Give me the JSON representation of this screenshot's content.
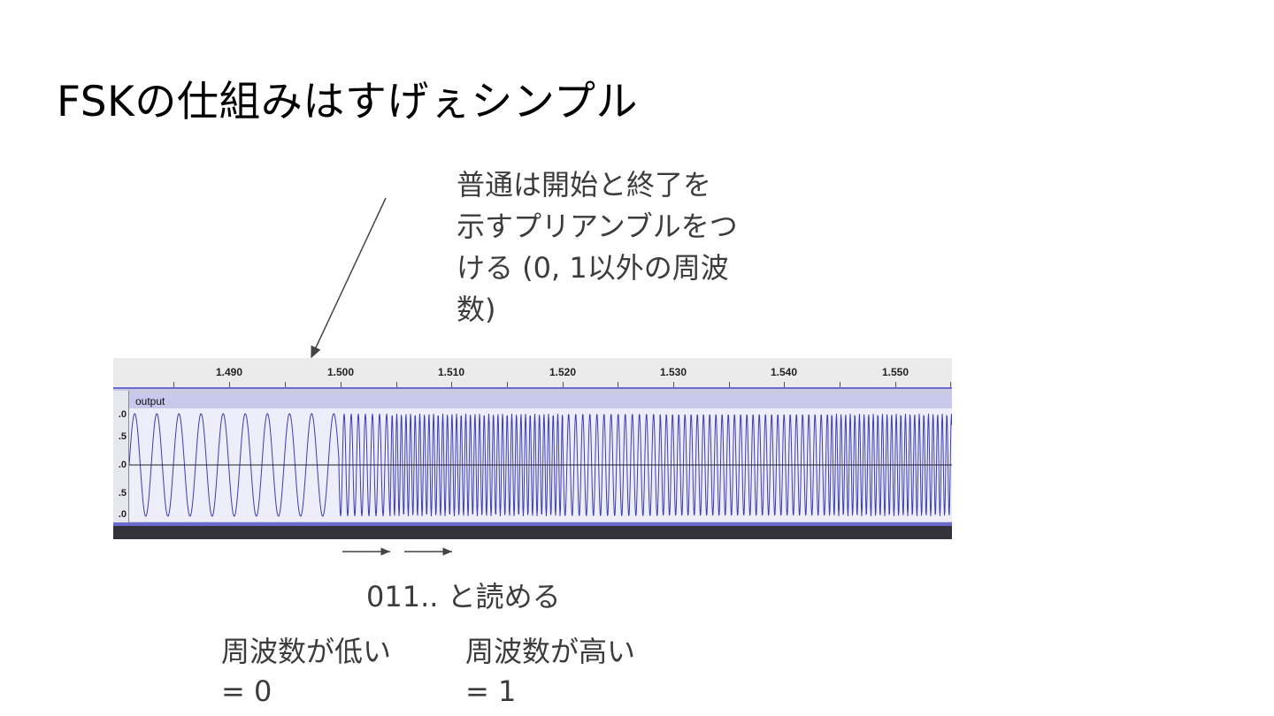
{
  "slide": {
    "title": "FSKの仕組みはすげぇシンプル",
    "note_lines": [
      "普通は開始と終了を",
      "示すプリアンブルをつ",
      "ける (0, 1以外の周波",
      "数)"
    ],
    "read_label": "011.. と読める",
    "low_freq": {
      "line1": "周波数が低い",
      "line2": "= 0"
    },
    "high_freq": {
      "line1": "周波数が高い",
      "line2": "= 1"
    }
  },
  "audacity": {
    "track_name": "output",
    "ruler_labels": [
      "1.490",
      "1.500",
      "1.510",
      "1.520",
      "1.530",
      "1.540",
      "1.550"
    ],
    "amplitude_labels": [
      ".0",
      ".5",
      ".0",
      ".5",
      ".0"
    ],
    "colors": {
      "waveform": "#3c3cb4",
      "selection_bg": "#eeeefa",
      "track_header": "#c8c8ec"
    }
  }
}
